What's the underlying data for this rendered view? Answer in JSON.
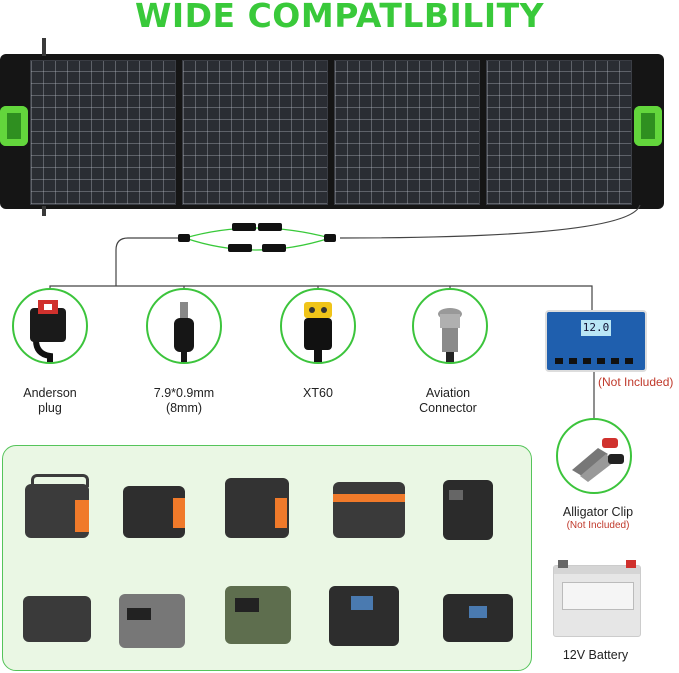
{
  "title": "WIDE COMPATLBILITY",
  "connectors": [
    {
      "line1": "Anderson",
      "line2": "plug",
      "icon": "anderson-plug-icon"
    },
    {
      "line1": "7.9*0.9mm",
      "line2": "(8mm)",
      "icon": "dc-barrel-plug-icon"
    },
    {
      "line1": "XT60",
      "line2": "",
      "icon": "xt60-connector-icon"
    },
    {
      "line1": "Aviation",
      "line2": "Connector",
      "icon": "aviation-connector-icon"
    }
  ],
  "controller": {
    "note": "(Not Included)",
    "display": "12.0"
  },
  "clip": {
    "label": "Alligator Clip",
    "note": "(Not Included)"
  },
  "battery": {
    "label": "12V Battery"
  },
  "colors": {
    "accent": "#39c93a",
    "orange": "#f07a2a",
    "note_red": "#c0392b"
  }
}
